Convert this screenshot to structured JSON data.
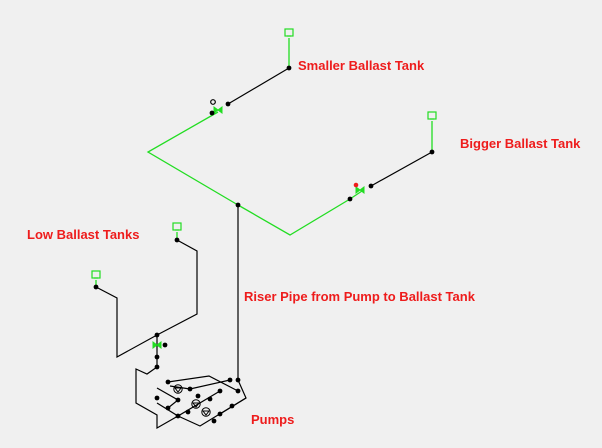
{
  "colors": {
    "background": "#f0f0f0",
    "active_pipe": "#22dd22",
    "inactive_pipe": "#000000",
    "label_text": "#ee1c1c",
    "node": "#000000",
    "valve_marker": "#ee1c1c"
  },
  "labels": {
    "smaller_tank": "Smaller Ballast Tank",
    "bigger_tank": "Bigger Ballast Tank",
    "low_tanks": "Low Ballast Tanks",
    "riser_pipe": "Riser Pipe from Pump to Ballast Tank",
    "pumps": "Pumps"
  },
  "icons": {
    "tank_vent": "vent-head-icon",
    "valve": "valve-icon",
    "pump": "pump-icon",
    "node": "junction-node-icon"
  }
}
